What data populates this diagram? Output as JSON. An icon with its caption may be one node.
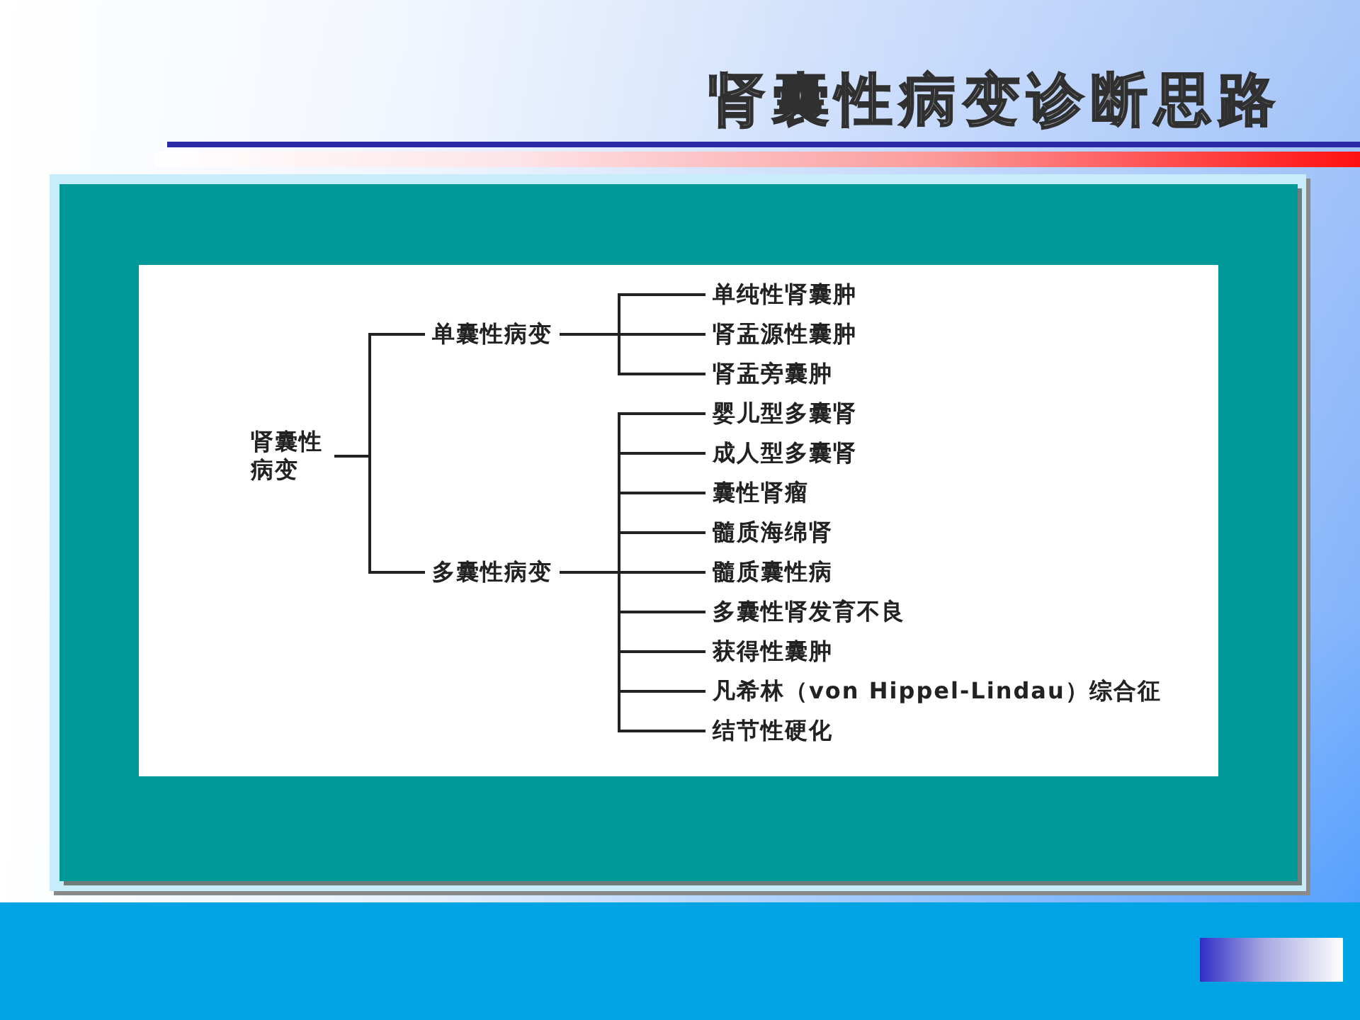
{
  "diagram": {
    "title": "肾囊性病变诊断思路",
    "nodes": [
      {
        "text": [
          "肾囊性病变"
        ]
      },
      {
        "text": [
          "单囊性病变"
        ]
      },
      {
        "text": [
          "多囊性病变"
        ]
      },
      {
        "text": [
          "单纯性肾囊肿"
        ]
      },
      {
        "text": [
          "肾盂源性囊肿"
        ]
      },
      {
        "text": [
          "肾盂旁囊肿"
        ]
      },
      {
        "text": [
          "婴儿型多囊肾"
        ]
      },
      {
        "text": [
          "成人型多囊肾"
        ]
      },
      {
        "text": [
          "囊性肾瘤"
        ]
      },
      {
        "text": [
          "髓质海绵肾"
        ]
      },
      {
        "text": [
          "髓质囊性病"
        ]
      },
      {
        "text": [
          "多囊性肾发育不良"
        ]
      },
      {
        "text": [
          "获得性囊肿"
        ]
      },
      {
        "text": [
          "凡希林（von Hippel-Lindau）综合征"
        ]
      },
      {
        "text": [
          "结节性硬化"
        ]
      }
    ],
    "edges": [
      {
        "from": 0,
        "to": 1,
        "arrow": "none"
      },
      {
        "from": 0,
        "to": 2,
        "arrow": "none"
      },
      {
        "from": 1,
        "to": 3,
        "arrow": "none"
      },
      {
        "from": 1,
        "to": 4,
        "arrow": "none"
      },
      {
        "from": 1,
        "to": 5,
        "arrow": "none"
      },
      {
        "from": 2,
        "to": 6,
        "arrow": "none"
      },
      {
        "from": 2,
        "to": 7,
        "arrow": "none"
      },
      {
        "from": 2,
        "to": 8,
        "arrow": "none"
      },
      {
        "from": 2,
        "to": 9,
        "arrow": "none"
      },
      {
        "from": 2,
        "to": 10,
        "arrow": "none"
      },
      {
        "from": 2,
        "to": 11,
        "arrow": "none"
      },
      {
        "from": 2,
        "to": 12,
        "arrow": "none"
      },
      {
        "from": 2,
        "to": 13,
        "arrow": "none"
      },
      {
        "from": 2,
        "to": 14,
        "arrow": "none"
      }
    ]
  }
}
